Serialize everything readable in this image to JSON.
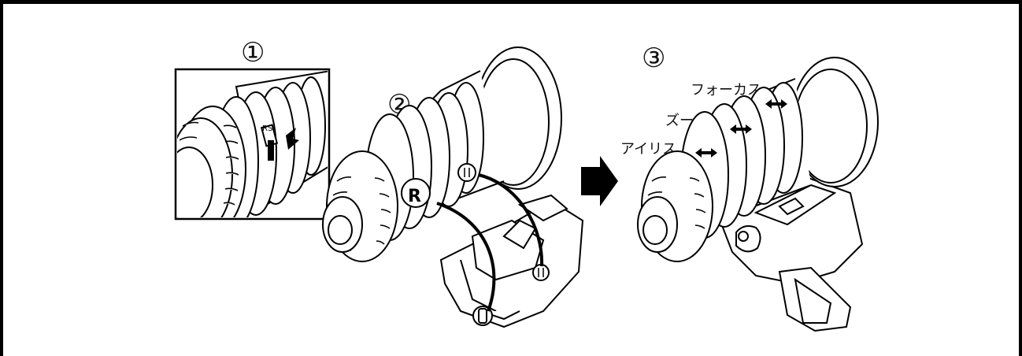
{
  "steps": {
    "step1": "①",
    "step2": "②",
    "step3": "③"
  },
  "labels": {
    "focus": "フォーカス",
    "zoom": "ズーム",
    "iris": "アイリス"
  },
  "icons": {
    "arrow": "right-arrow-icon"
  }
}
